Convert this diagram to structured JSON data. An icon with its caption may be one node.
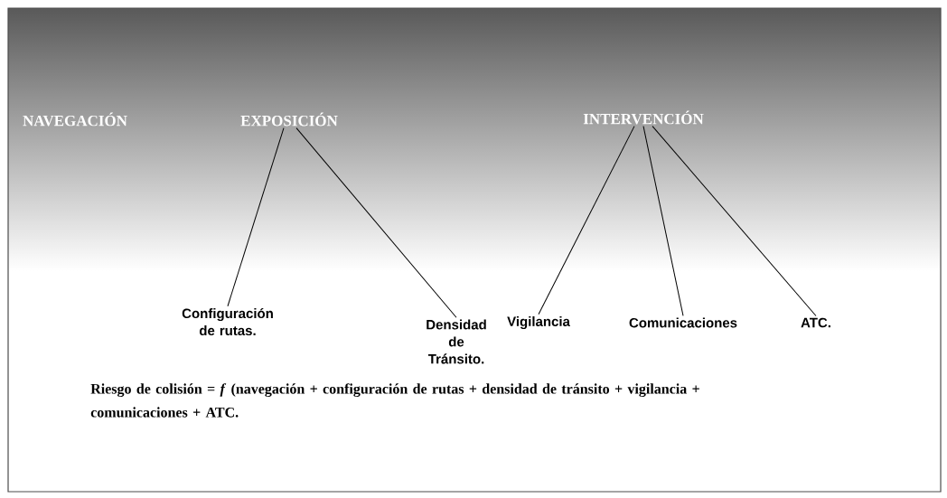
{
  "diagram": {
    "nodes": [
      {
        "text": [
          "NAVEGACIÓN"
        ]
      },
      {
        "text": [
          "EXPOSICIÓN"
        ]
      },
      {
        "text": [
          "INTERVENCIÓN"
        ]
      },
      {
        "text": [
          "Configuración de rutas."
        ]
      },
      {
        "text": [
          "Densidad de Tránsito."
        ]
      },
      {
        "text": [
          "Vigilancia"
        ]
      },
      {
        "text": [
          "Comunicaciones"
        ]
      },
      {
        "text": [
          "ATC."
        ]
      }
    ],
    "edges": [
      {
        "from": 1,
        "to": 3,
        "arrow": "none"
      },
      {
        "from": 1,
        "to": 4,
        "arrow": "none"
      },
      {
        "from": 2,
        "to": 5,
        "arrow": "none"
      },
      {
        "from": 2,
        "to": 6,
        "arrow": "none"
      },
      {
        "from": 2,
        "to": 7,
        "arrow": "none"
      }
    ],
    "labels": [
      "Riesgo de colisión = *f* (navegación + configuración de rutas + densidad de tránsito + vigilancia + comunicaciones + ATC."
    ]
  }
}
